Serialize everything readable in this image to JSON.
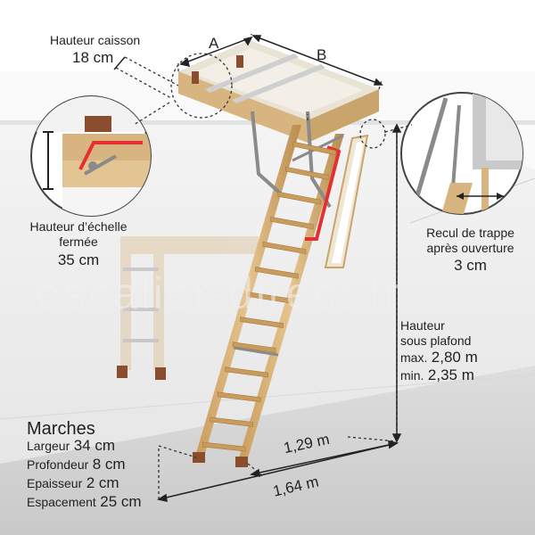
{
  "dimensions": {
    "a": "A",
    "b": "B",
    "hauteur_caisson_label": "Hauteur caisson",
    "hauteur_caisson_value": "18 cm",
    "hauteur_echelle_line1": "Hauteur d’échelle",
    "hauteur_echelle_line2": "fermée",
    "hauteur_echelle_value": "35 cm",
    "recul_line1": "Recul de trappe",
    "recul_line2": "après ouverture",
    "recul_value": "3 cm",
    "hauteur_plafond_line1": "Hauteur",
    "hauteur_plafond_line2": "sous plafond",
    "hauteur_max_prefix": "max.",
    "hauteur_max_value": "2,80 m",
    "hauteur_min_prefix": "min.",
    "hauteur_min_value": "2,35 m",
    "depth_129": "1,29 m",
    "depth_164": "1,64 m"
  },
  "marches": {
    "title": "Marches",
    "largeur_label": "Largeur",
    "largeur_value": "34 cm",
    "profondeur_label": "Profondeur",
    "profondeur_value": "8 cm",
    "epaisseur_label": "Epaisseur",
    "epaisseur_value": "2 cm",
    "espacement_label": "Espacement",
    "espacement_value": "25 cm"
  },
  "watermark": "escalier-direct.fr",
  "colors": {
    "wood": "#d8b580",
    "wood_dark": "#b88f52",
    "metal": "#8a8a8a",
    "red_rail": "#e53030",
    "floor": "#d9d9d9",
    "wall": "#f2f2f2"
  }
}
